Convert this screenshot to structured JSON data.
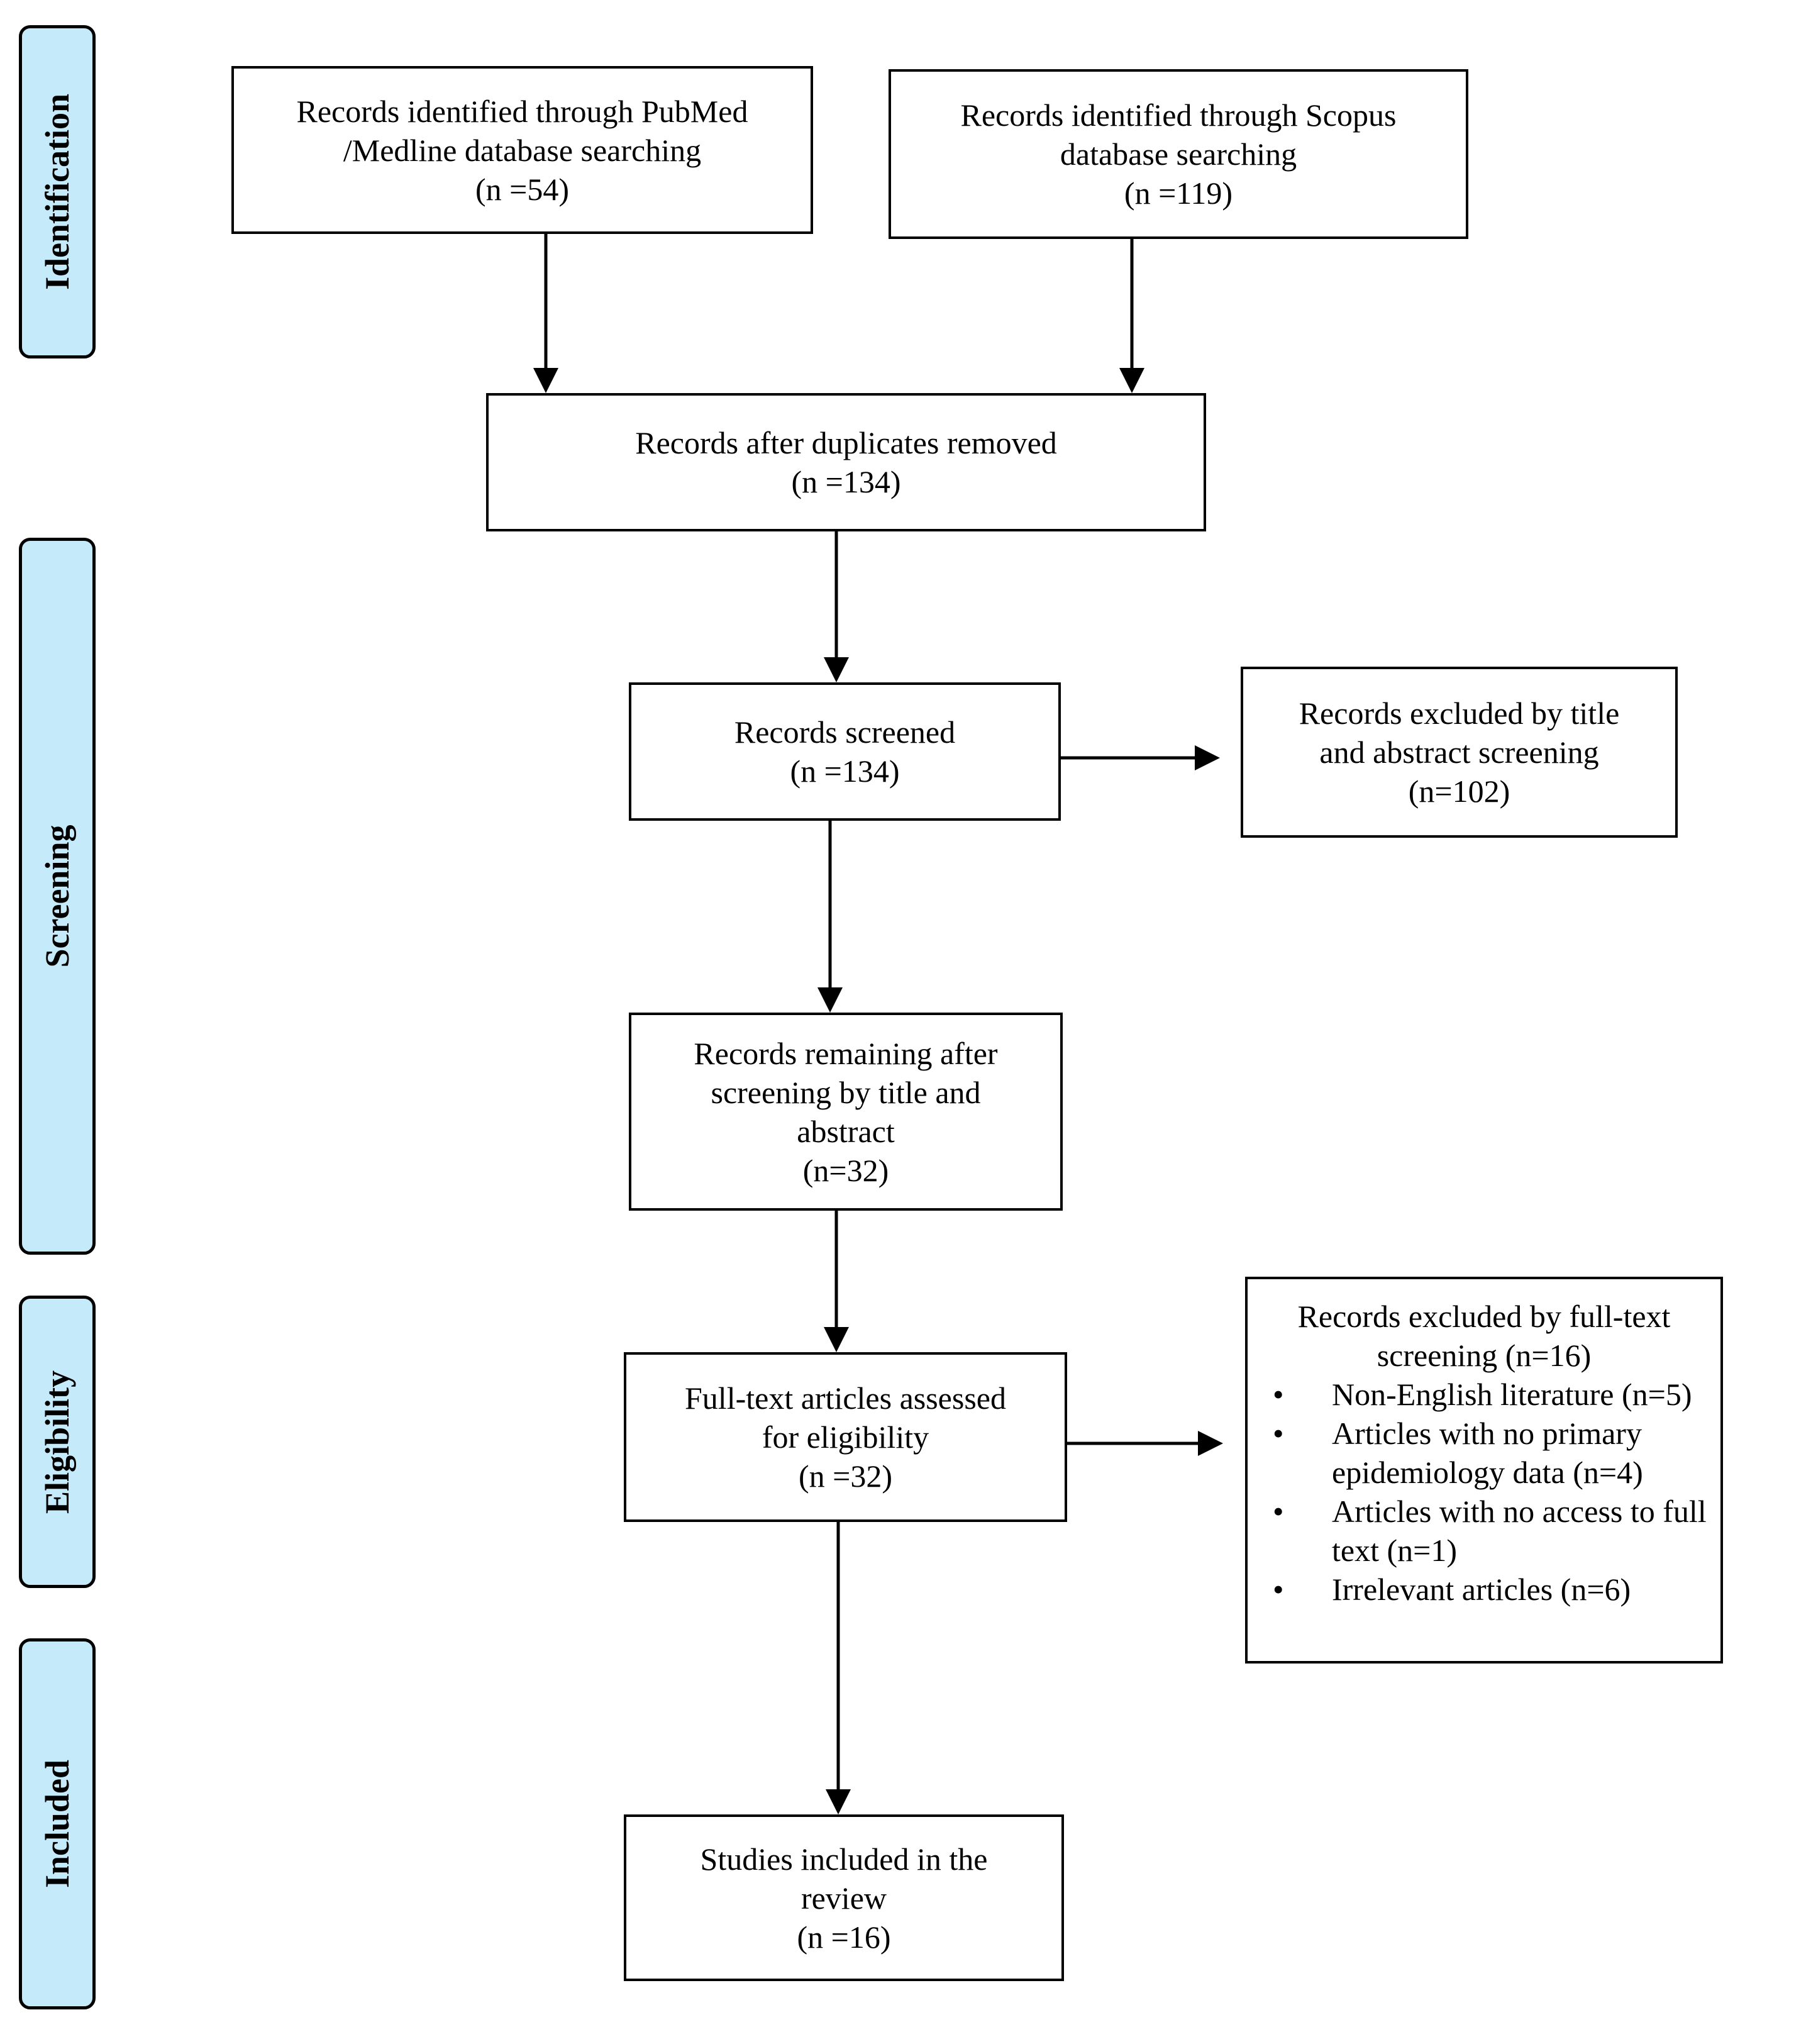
{
  "phases": {
    "identification": "Identification",
    "screening": "Screening",
    "eligibility": "Eligibility",
    "included": "Included"
  },
  "boxes": {
    "pubmed": {
      "lines": [
        "Records identified through PubMed",
        "/Medline database searching",
        "(n =54)"
      ]
    },
    "scopus": {
      "lines": [
        "Records identified through Scopus",
        "database searching",
        "(n =119)"
      ]
    },
    "duplicates_removed": {
      "lines": [
        "Records after duplicates removed",
        "(n =134)"
      ]
    },
    "screened": {
      "lines": [
        "Records screened",
        "(n =134)"
      ]
    },
    "excluded_title_abstract": {
      "lines": [
        "Records excluded by title",
        "and abstract screening",
        "(n=102)"
      ]
    },
    "remaining": {
      "lines": [
        "Records remaining after",
        "screening by title and",
        "abstract",
        "(n=32)"
      ]
    },
    "fulltext_assessed": {
      "lines": [
        "Full-text articles assessed",
        "for eligibility",
        "(n =32)"
      ]
    },
    "excluded_fulltext": {
      "heading": [
        "Records excluded by full-text",
        "screening (n=16)"
      ],
      "items": [
        [
          "Non-English literature (n=5)"
        ],
        [
          "Articles with no primary",
          "epidemiology data (n=4)"
        ],
        [
          "Articles with no access to full",
          "text (n=1)"
        ],
        [
          "Irrelevant articles (n=6)"
        ]
      ]
    },
    "included": {
      "lines": [
        "Studies included in the",
        "review",
        "(n =16)"
      ]
    }
  }
}
